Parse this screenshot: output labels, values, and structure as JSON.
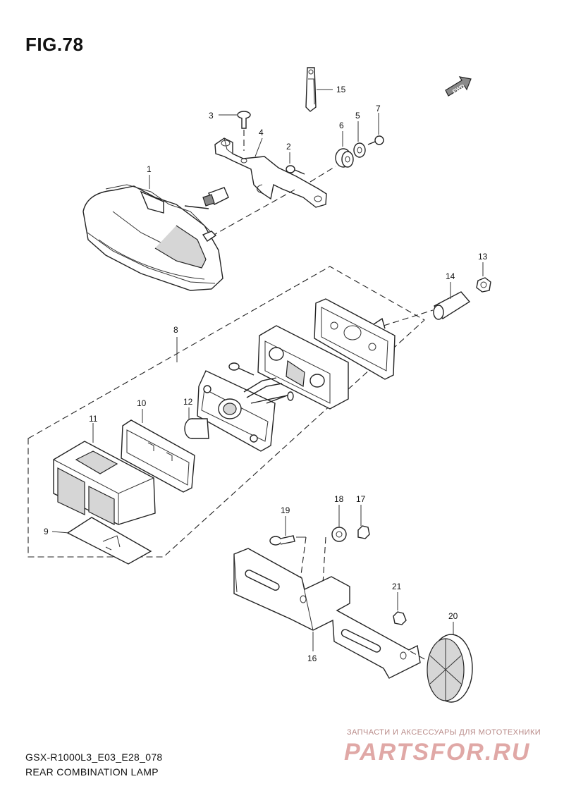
{
  "figure": {
    "title": "FIG.78",
    "model_code": "GSX-R1000L3_E03_E28_078",
    "caption": "REAR COMBINATION LAMP"
  },
  "fwd_marker": "FWD",
  "callouts": [
    "1",
    "2",
    "3",
    "4",
    "5",
    "6",
    "7",
    "8",
    "9",
    "10",
    "11",
    "12",
    "13",
    "14",
    "15",
    "16",
    "17",
    "18",
    "19",
    "20",
    "21"
  ],
  "watermark": {
    "tagline": "ЗАПЧАСТИ И АКСЕССУАРЫ ДЛЯ МОТОТЕХНИКИ",
    "logo": "PARTSFOR.RU"
  }
}
